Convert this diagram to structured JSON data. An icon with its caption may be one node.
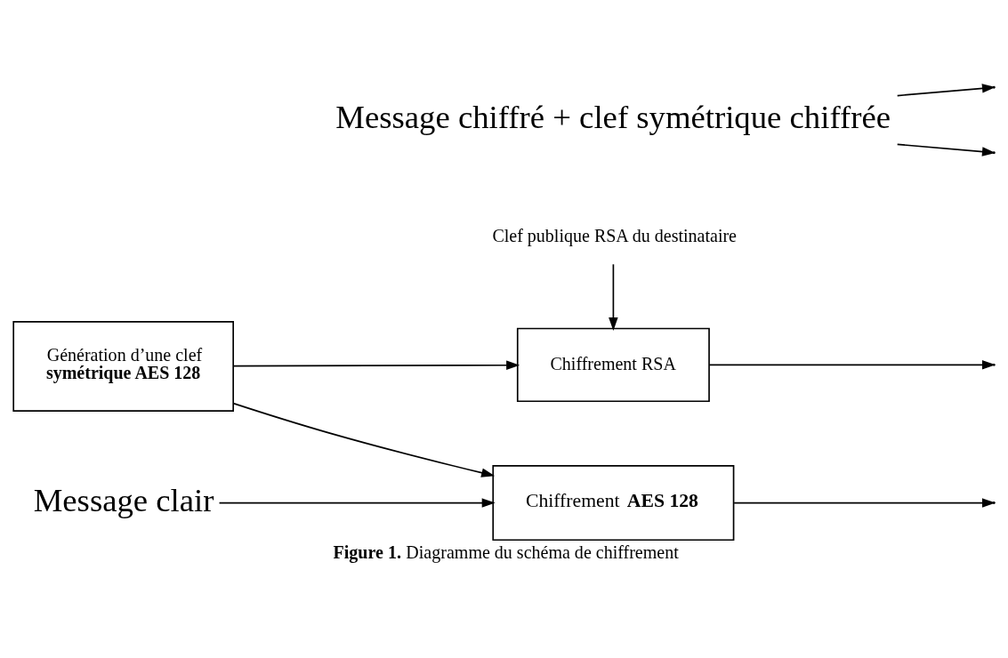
{
  "diagram": {
    "caption": "**Figure 1.** Diagramme du schéma de chiffrement",
    "nodes": [
      {
        "text": [
          "Génération d’une clef **symétrique AES 128**"
        ]
      },
      {
        "text": [
          "Clef publique RSA du destinataire"
        ]
      },
      {
        "text": [
          "Chiffrement RSA"
        ]
      },
      {
        "text": [
          "Message clair"
        ]
      },
      {
        "text": [
          "Chiffrement **AES 128**"
        ]
      },
      {
        "text": [
          "Message chiffré + clef symétrique chiffrée"
        ]
      }
    ],
    "edges": [
      {
        "from": 0,
        "to": 2,
        "arrow": "to"
      },
      {
        "from": 0,
        "to": 4,
        "arrow": "to"
      },
      {
        "from": 1,
        "to": 2,
        "arrow": "to"
      },
      {
        "from": 3,
        "to": 4,
        "arrow": "to"
      },
      {
        "from": 2,
        "to": null,
        "arrow": "to"
      },
      {
        "from": 4,
        "to": null,
        "arrow": "to"
      },
      {
        "from": 5,
        "to": null,
        "arrow": "to"
      },
      {
        "from": 5,
        "to": null,
        "arrow": "to"
      }
    ]
  }
}
